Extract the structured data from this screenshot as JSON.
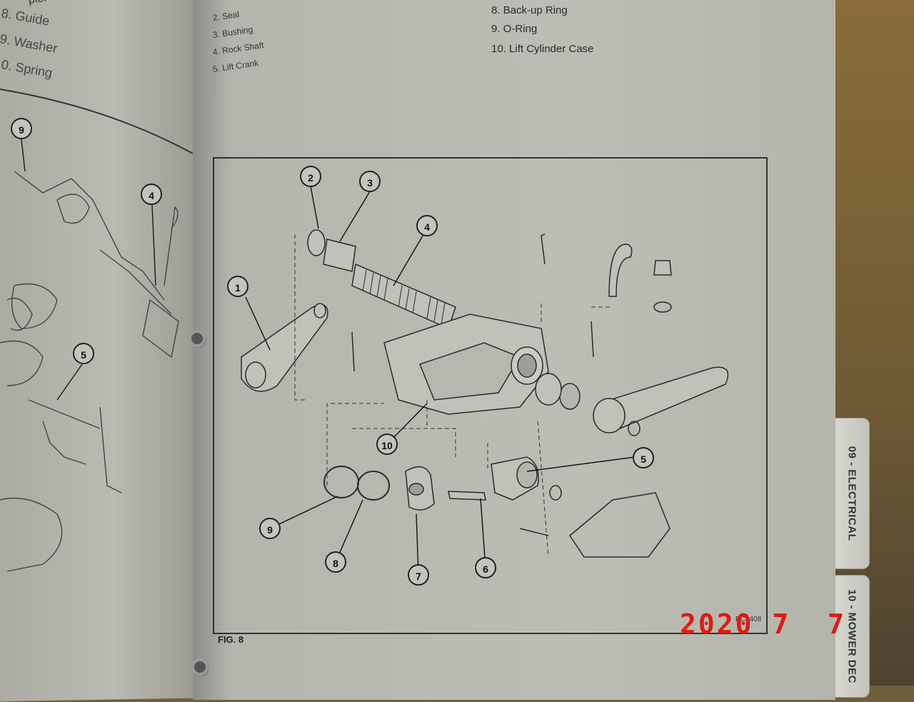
{
  "left_page": {
    "legend": [
      "8. Guide",
      "9. Washer",
      "0. Spring"
    ],
    "legend_partial_top": "pler",
    "callouts": [
      "9",
      "4",
      "5"
    ]
  },
  "right_page": {
    "legend_col1": [
      "2. Seal",
      "3. Bushing",
      "4. Rock Shaft",
      "5. Lift Crank"
    ],
    "legend_col2": [
      "8. Back-up Ring",
      "9. O-Ring",
      "10. Lift Cylinder Case"
    ],
    "figure": {
      "label": "FIG. 8",
      "code": "EC3408",
      "callouts": [
        "1",
        "2",
        "3",
        "4",
        "5",
        "6",
        "7",
        "8",
        "9",
        "10"
      ]
    }
  },
  "tabs": [
    "09 - ELECTRICAL",
    "10 - MOWER DEC"
  ],
  "date_stamp": "2020 7  7"
}
